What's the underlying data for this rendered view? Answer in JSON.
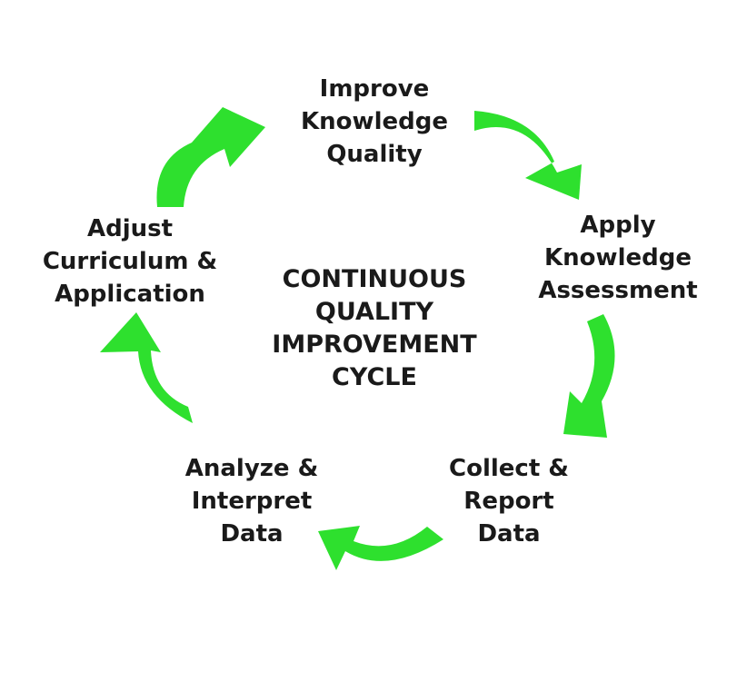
{
  "title_lines": [
    "CONTINUOUS",
    "QUALITY",
    "IMPROVEMENT",
    "CYCLE"
  ],
  "stages": [
    {
      "id": "improve",
      "lines": [
        "Improve",
        "Knowledge",
        "Quality"
      ]
    },
    {
      "id": "apply",
      "lines": [
        "Apply",
        "Knowledge",
        "Assessment"
      ]
    },
    {
      "id": "collect",
      "lines": [
        "Collect &",
        "Report",
        "Data"
      ]
    },
    {
      "id": "analyze",
      "lines": [
        "Analyze &",
        "Interpret",
        "Data"
      ]
    },
    {
      "id": "adjust",
      "lines": [
        "Adjust",
        "Curriculum &",
        "Application"
      ]
    }
  ],
  "colors": {
    "arrow": "#2ee02e",
    "text": "#1a1a1a",
    "background": "#ffffff"
  },
  "icons": {
    "arrow_icon": "curved-arrow-icon"
  }
}
